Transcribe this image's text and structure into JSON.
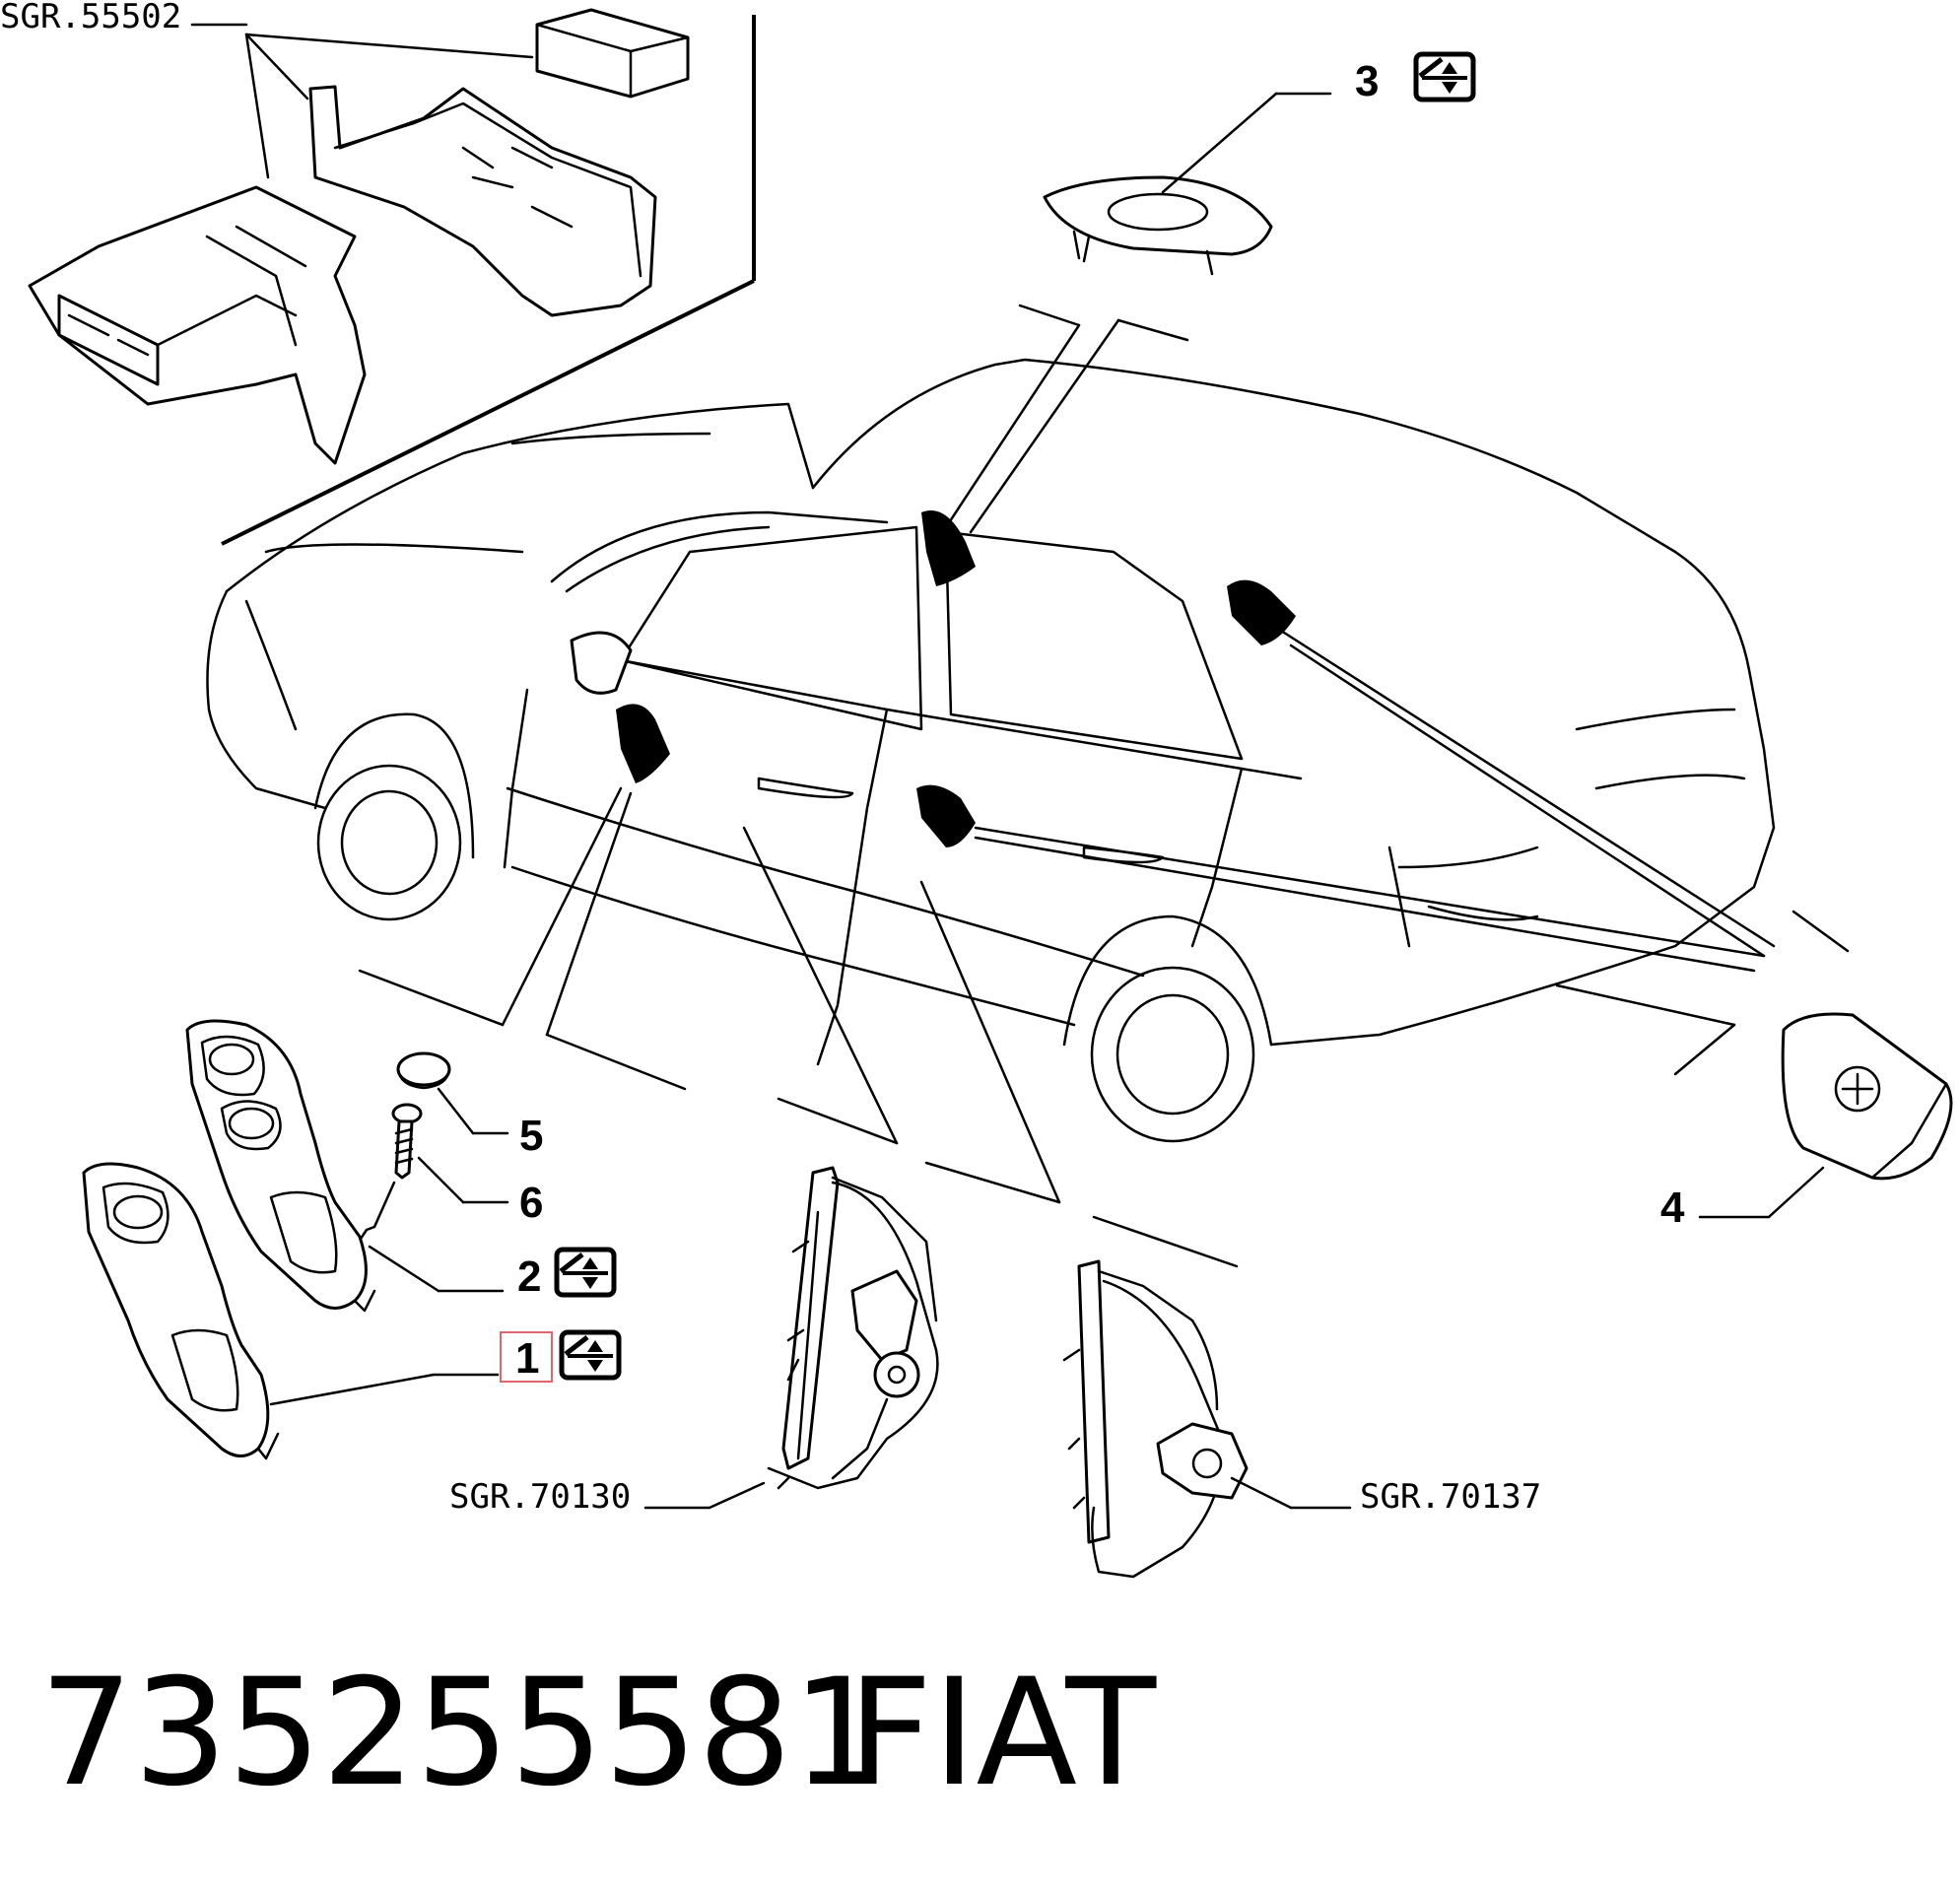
{
  "refs": {
    "sgr_top": "SGR.55502",
    "sgr_left": "SGR.70130",
    "sgr_right": "SGR.70137"
  },
  "callouts": {
    "n1": "1",
    "n2": "2",
    "n3": "3",
    "n4": "4",
    "n5": "5",
    "n6": "6"
  },
  "footer": {
    "part_number": "735255581",
    "brand": "FIAT"
  },
  "colors": {
    "line": "#000000",
    "highlight_box": "#e0666b"
  },
  "icons": [
    "window-switch-icon"
  ]
}
